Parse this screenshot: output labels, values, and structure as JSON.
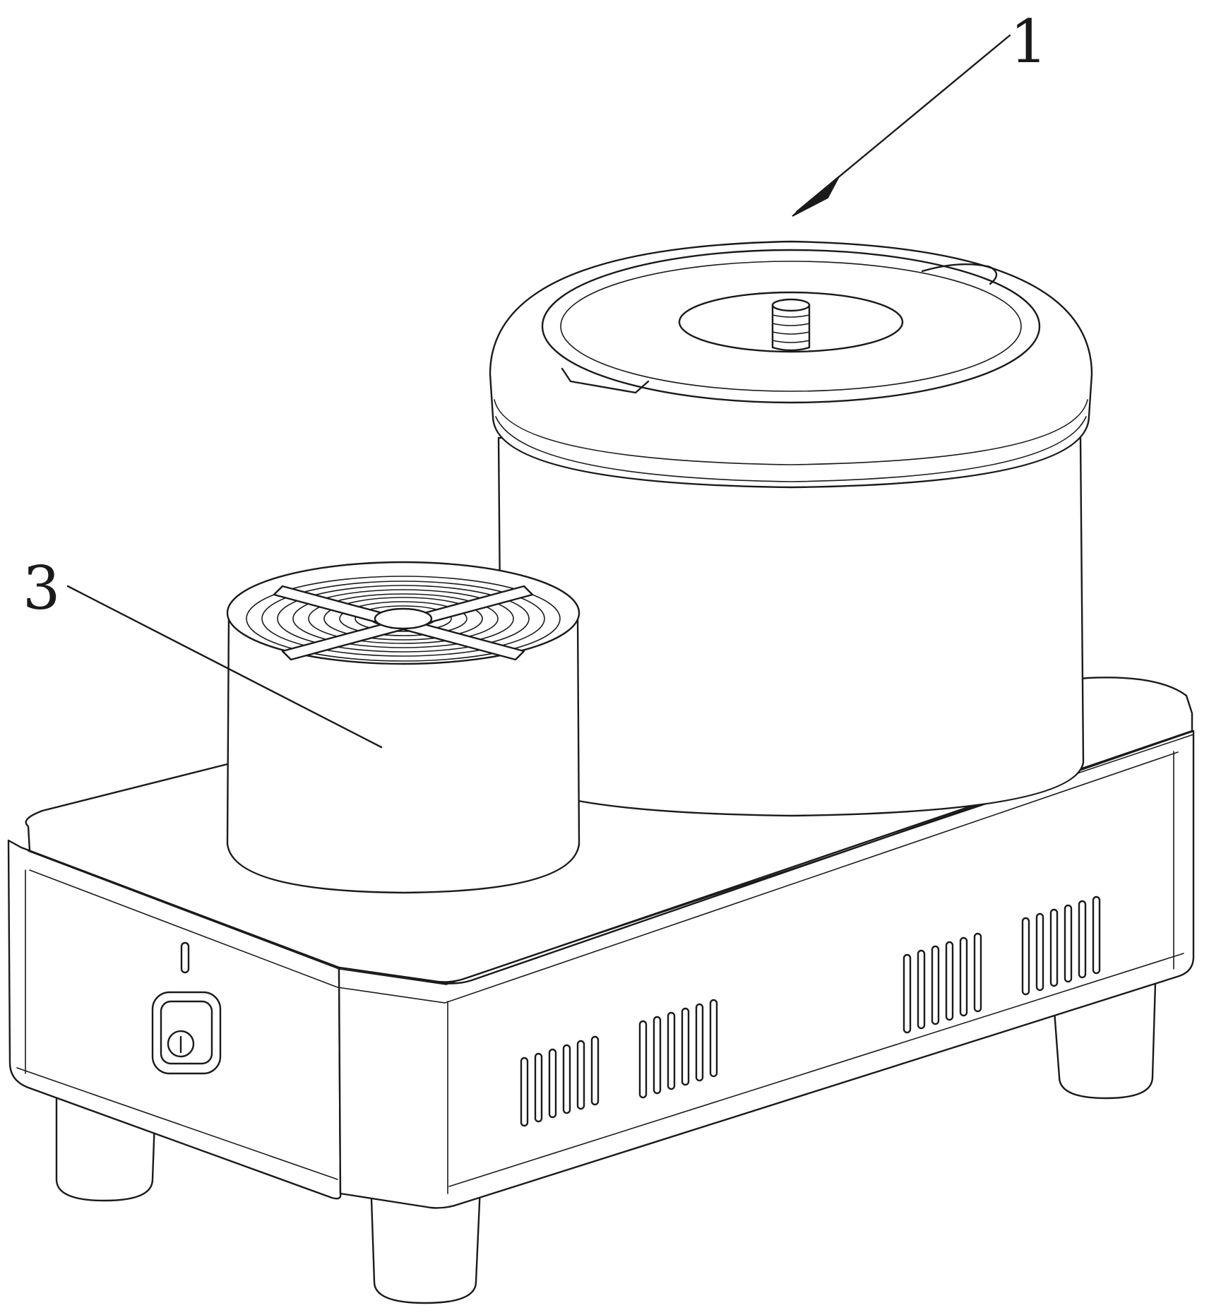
{
  "figure": {
    "reference_numerals": [
      {
        "id": "main-container",
        "label": "1"
      },
      {
        "id": "small-container",
        "label": "3"
      }
    ],
    "colors": {
      "line": "#1a1a1a",
      "background": "#ffffff"
    }
  }
}
